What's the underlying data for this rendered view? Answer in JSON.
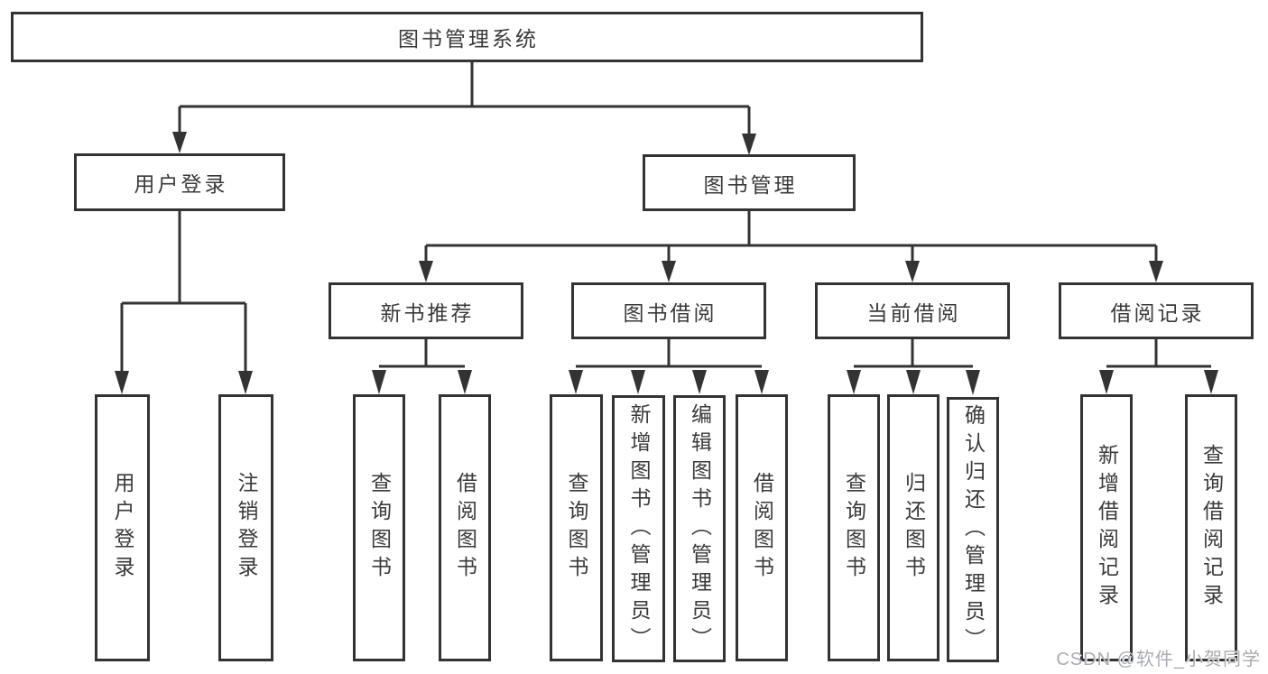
{
  "diagram": {
    "root": {
      "label": "图书管理系统"
    },
    "branches": [
      {
        "label": "用户登录",
        "children": [
          {
            "label": "用户登录"
          },
          {
            "label": "注销登录"
          }
        ]
      },
      {
        "label": "图书管理",
        "children": [
          {
            "label": "新书推荐",
            "children": [
              {
                "label": "查询图书"
              },
              {
                "label": "借阅图书"
              }
            ]
          },
          {
            "label": "图书借阅",
            "children": [
              {
                "label": "查询图书"
              },
              {
                "label": "新增图书（管理员）"
              },
              {
                "label": "编辑图书（管理员）"
              },
              {
                "label": "借阅图书"
              }
            ]
          },
          {
            "label": "当前借阅",
            "children": [
              {
                "label": "查询图书"
              },
              {
                "label": "归还图书"
              },
              {
                "label": "确认归还（管理员）"
              }
            ]
          },
          {
            "label": "借阅记录",
            "children": [
              {
                "label": "新增借阅记录"
              },
              {
                "label": "查询借阅记录"
              }
            ]
          }
        ]
      }
    ]
  },
  "watermark": {
    "text": "CSDN @软件_小贺同学"
  },
  "colors": {
    "line": "#333333",
    "text": "#3a3a3a",
    "watermark": "#a9abb5",
    "background": "#ffffff"
  }
}
